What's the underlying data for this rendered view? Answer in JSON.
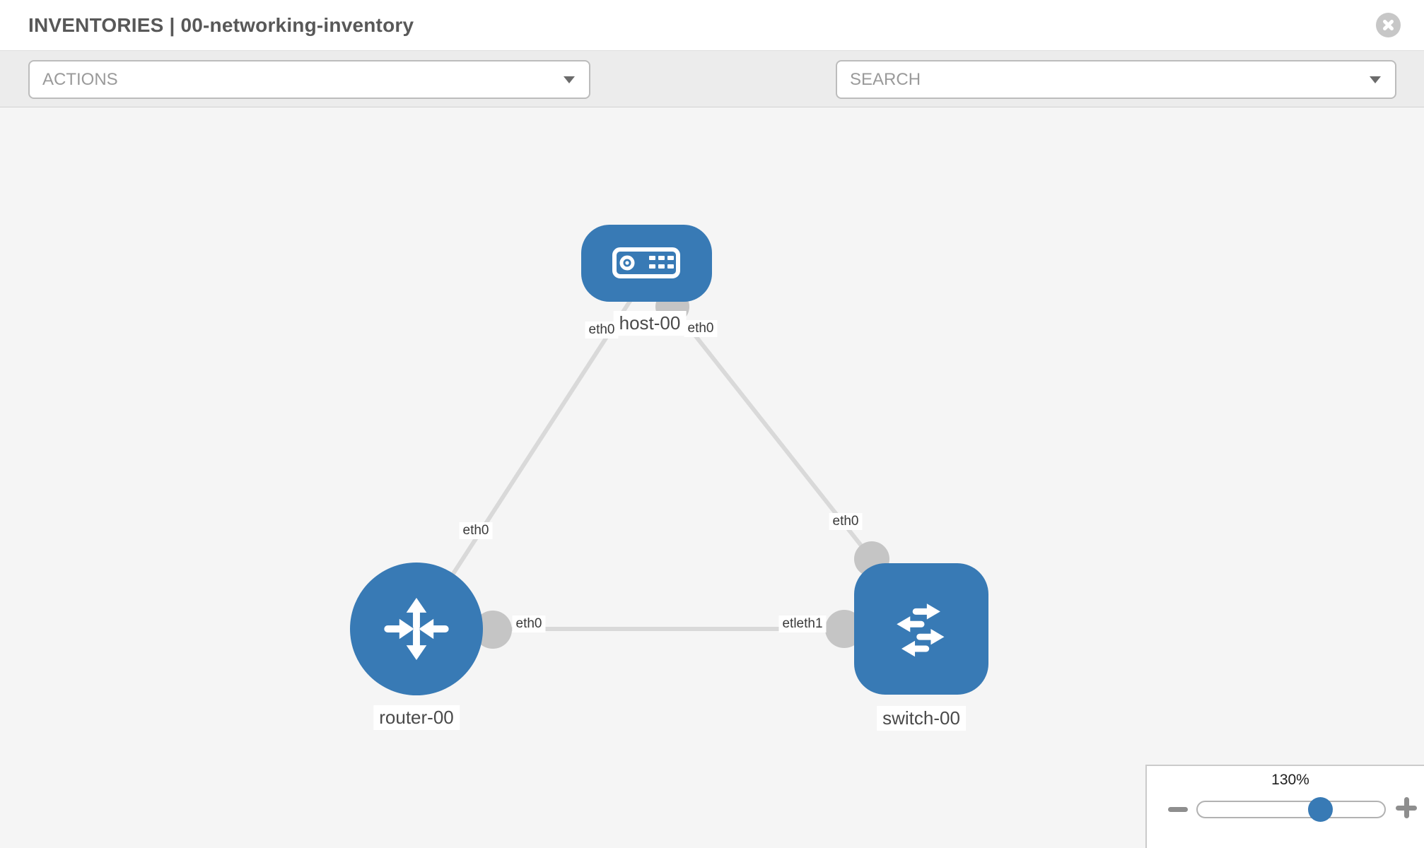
{
  "header": {
    "title": "INVENTORIES | 00-networking-inventory"
  },
  "toolbar": {
    "actions_label": "ACTIONS",
    "search_placeholder": "SEARCH"
  },
  "topology": {
    "nodes": [
      {
        "id": "host-00",
        "type": "host",
        "label": "host-00"
      },
      {
        "id": "router-00",
        "type": "router",
        "label": "router-00"
      },
      {
        "id": "switch-00",
        "type": "switch",
        "label": "switch-00"
      }
    ],
    "port_labels": {
      "host_left": "eth0",
      "host_right": "eth0",
      "host_router_link": "eth0",
      "router_right": "eth0",
      "switch_top": "eth0",
      "switch_left": "etleth1"
    },
    "links": [
      {
        "source": "host-00",
        "source_port": "eth0",
        "target": "router-00",
        "target_port": "eth0"
      },
      {
        "source": "host-00",
        "source_port": "eth0",
        "target": "switch-00",
        "target_port": "eth0"
      },
      {
        "source": "router-00",
        "source_port": "eth0",
        "target": "switch-00",
        "target_port": "eth1"
      }
    ]
  },
  "zoom": {
    "level": "130%"
  },
  "colors": {
    "node_fill": "#387ab5",
    "link": "#d9d9d9",
    "connector": "#c5c5c5",
    "toolbar_bg": "#ececec",
    "canvas_bg": "#f5f5f5"
  }
}
